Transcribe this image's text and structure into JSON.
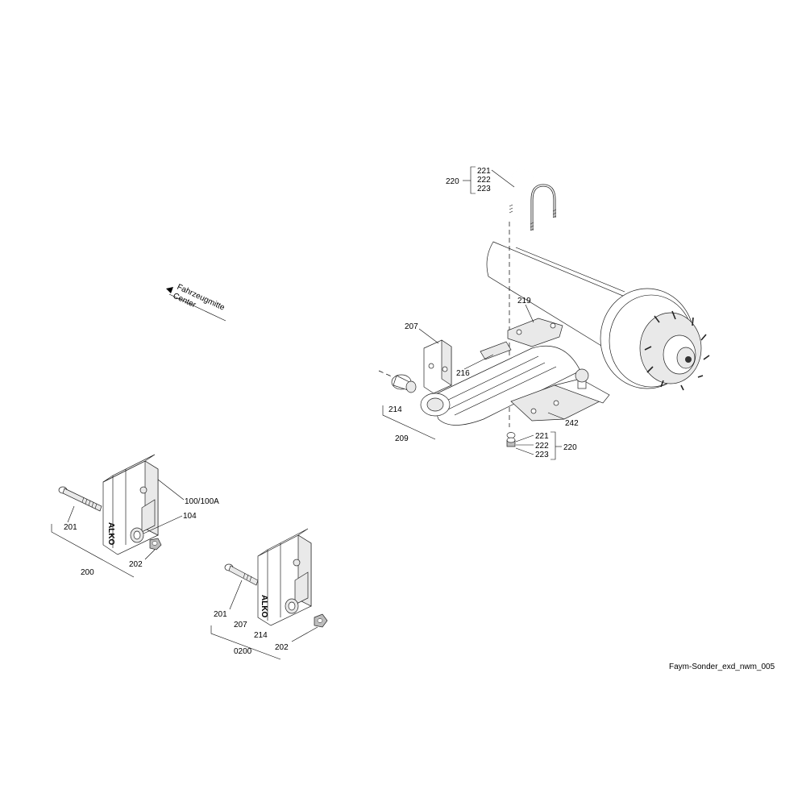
{
  "direction_note": {
    "line1": "Fahrzeugmitte",
    "line2": "Center"
  },
  "drawing_id": "Faym-Sonder_exd_nwm_005",
  "callouts": {
    "ubolt_top": {
      "group": "220",
      "items": [
        "221",
        "222",
        "223"
      ]
    },
    "ubolt_bottom": {
      "group": "220",
      "items": [
        "221",
        "222",
        "223"
      ]
    },
    "p219": "219",
    "p207": "207",
    "p216": "216",
    "p214": "214",
    "p209": "209",
    "p242": "242",
    "bracket_a": {
      "ref": "100/100A",
      "p104": "104",
      "p201": "201",
      "p202": "202",
      "group": "200"
    },
    "bracket_b": {
      "p201": "201",
      "p207": "207",
      "p214": "214",
      "p202": "202",
      "group": "0200"
    }
  }
}
